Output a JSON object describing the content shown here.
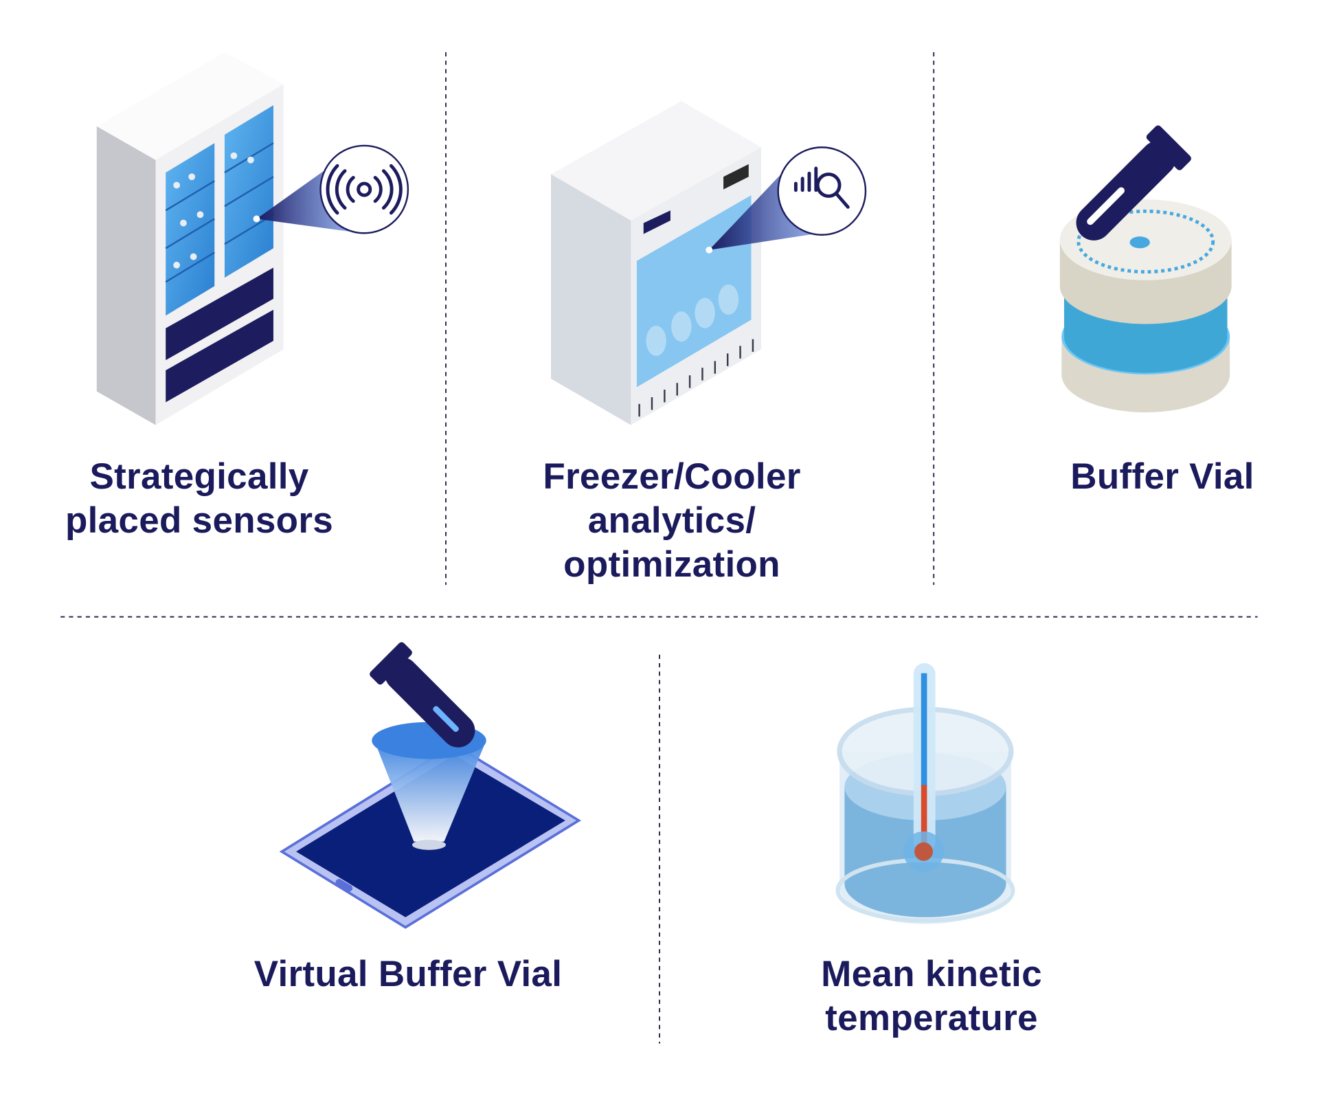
{
  "colors": {
    "text": "#1b1a5c",
    "navy": "#1c1c5e",
    "accent_blue": "#3a9ad9",
    "divider": "#2a2a50"
  },
  "items": [
    {
      "lines": [
        "Strategically",
        "placed sensors"
      ],
      "icon": "sensor-cabinet-icon"
    },
    {
      "lines": [
        "Freezer/Cooler",
        "analytics/",
        "optimization"
      ],
      "icon": "freezer-analytics-icon"
    },
    {
      "lines": [
        "Buffer Vial"
      ],
      "icon": "buffer-vial-icon"
    },
    {
      "lines": [
        "Virtual Buffer Vial"
      ],
      "icon": "virtual-buffer-vial-icon"
    },
    {
      "lines": [
        "Mean kinetic",
        "temperature"
      ],
      "icon": "thermometer-beaker-icon"
    }
  ]
}
